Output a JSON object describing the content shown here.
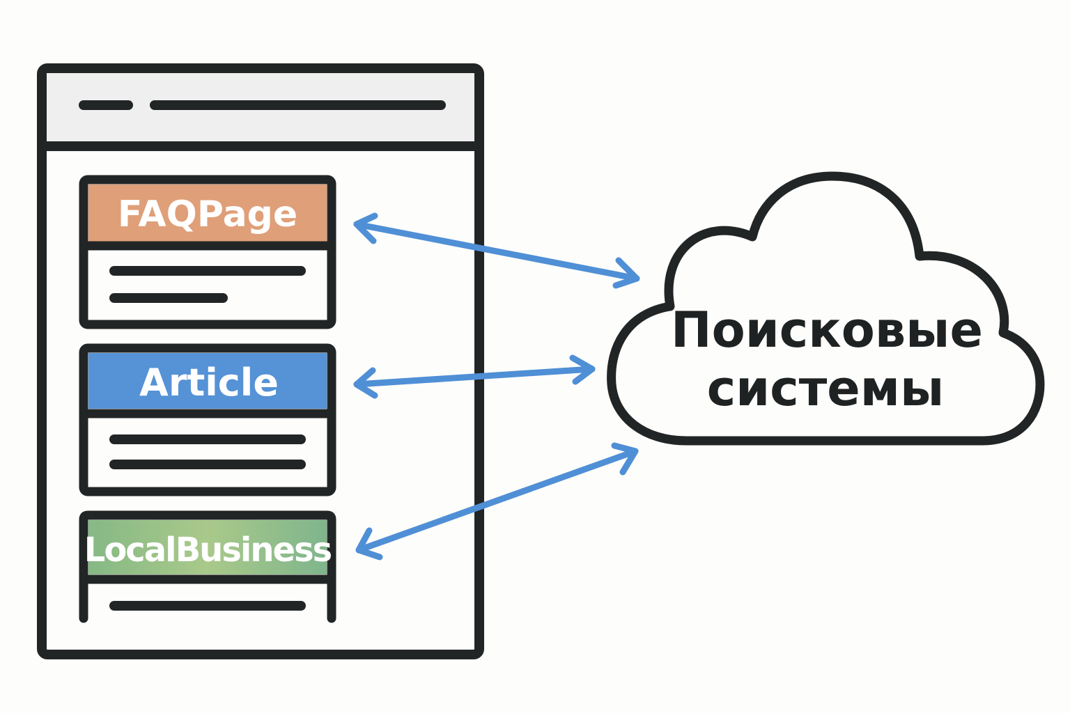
{
  "colors": {
    "outline": "#222525",
    "header_bg": "#efefef",
    "faq": "#df9f78",
    "article": "#5592d6",
    "local_business": "#8fbf8a",
    "arrow": "#4f8fd6"
  },
  "page_blocks": [
    {
      "label": "FAQPage"
    },
    {
      "label": "Article"
    },
    {
      "label": "LocalBusiness"
    }
  ],
  "cloud": {
    "line1": "Поисковые",
    "line2": "системы"
  }
}
